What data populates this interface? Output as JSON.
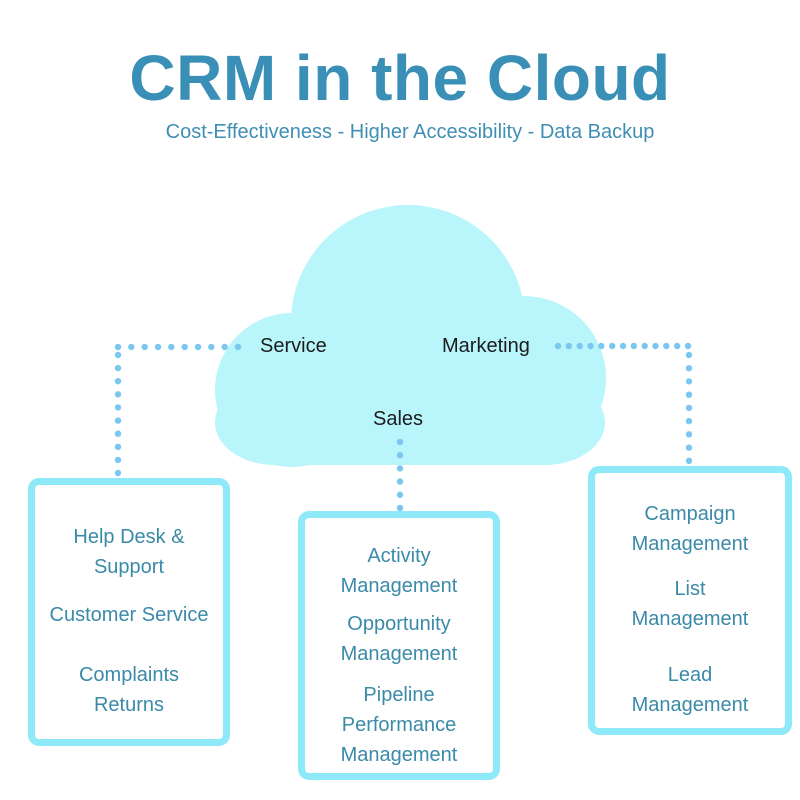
{
  "header": {
    "title": "CRM in the Cloud",
    "subtitle": "Cost-Effectiveness - Higher Accessibility - Data Backup"
  },
  "colors": {
    "title": "#3a8fb7",
    "cloud": "#b8f6fb",
    "box_border": "#8ee9f8",
    "connector_dots": "#7cc7ef",
    "box_text": "#3a8aa8"
  },
  "cloud": {
    "labels": {
      "service": "Service",
      "marketing": "Marketing",
      "sales": "Sales"
    }
  },
  "boxes": {
    "service": {
      "items": [
        "Help Desk &\nSupport",
        "Customer Service",
        "Complaints\nReturns"
      ]
    },
    "sales": {
      "items": [
        "Activity\nManagement",
        "Opportunity\nManagement",
        "Pipeline\nPerformance\nManagement"
      ]
    },
    "marketing": {
      "items": [
        "Campaign\nManagement",
        "List\nManagement",
        "Lead\nManagement"
      ]
    }
  }
}
